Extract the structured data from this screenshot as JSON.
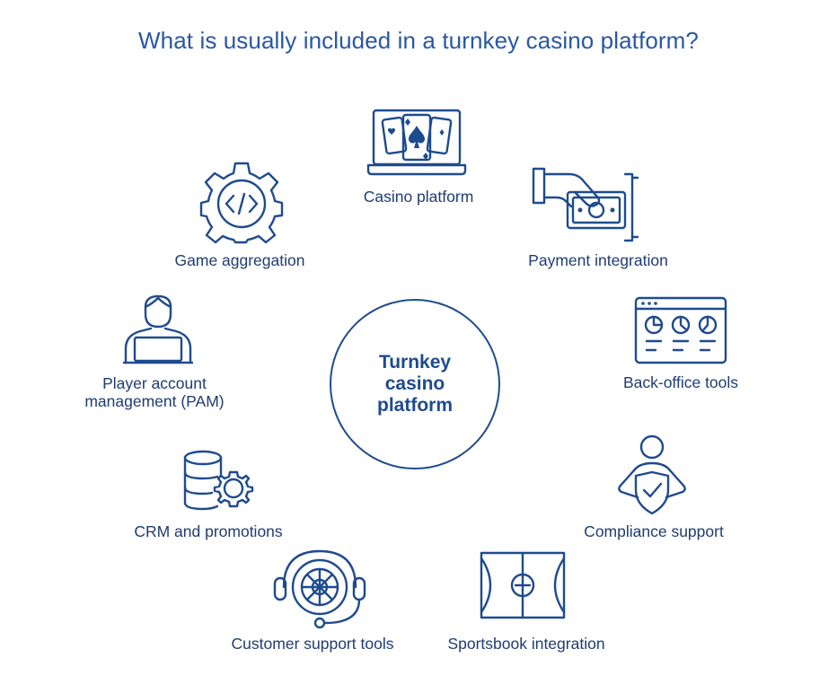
{
  "title": "What is usually included in a turnkey casino platform?",
  "hub": {
    "label": "Turnkey casino platform"
  },
  "items": [
    {
      "label": "Casino platform",
      "icon": "laptop-cards-icon"
    },
    {
      "label": "Payment integration",
      "icon": "hand-cash-icon"
    },
    {
      "label": "Back-office tools",
      "icon": "dashboard-icon"
    },
    {
      "label": "Compliance support",
      "icon": "person-shield-icon"
    },
    {
      "label": "Sportsbook integration",
      "icon": "sports-field-icon"
    },
    {
      "label": "Customer support tools",
      "icon": "headset-roulette-icon"
    },
    {
      "label": "CRM and promotions",
      "icon": "database-gear-icon"
    },
    {
      "label": "Player account management (PAM)",
      "icon": "user-laptop-icon"
    },
    {
      "label": "Game aggregation",
      "icon": "code-gear-icon"
    }
  ]
}
